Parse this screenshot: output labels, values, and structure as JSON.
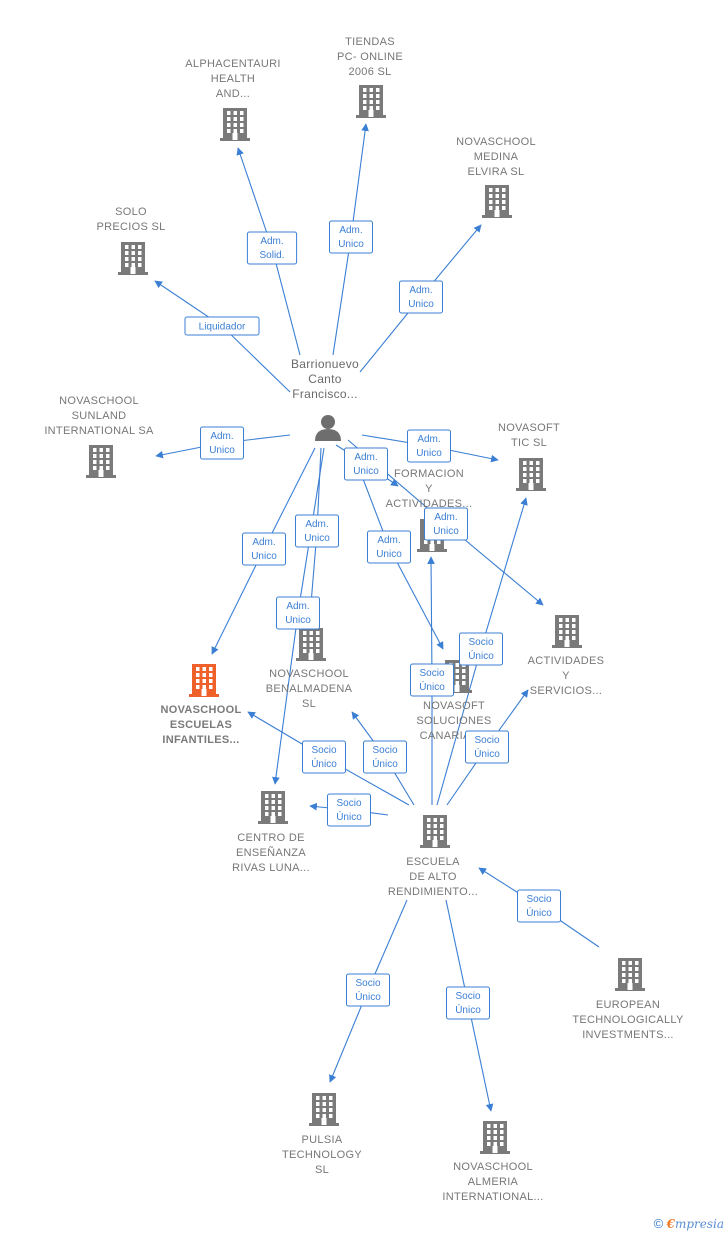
{
  "colors": {
    "edge": "#3b7fd4",
    "building": "#7a7a7a",
    "focus_building": "#f0602a",
    "person": "#6e6e6e",
    "label": "#777777"
  },
  "nodes": [
    {
      "id": "person",
      "kind": "person",
      "lines": [
        "Barrionuevo",
        "Canto",
        "Francisco..."
      ]
    },
    {
      "id": "alphacentauri",
      "kind": "company",
      "lines": [
        "ALPHACENTAURI",
        "HEALTH",
        "AND..."
      ]
    },
    {
      "id": "tiendas",
      "kind": "company",
      "lines": [
        "TIENDAS",
        "PC- ONLINE",
        "2006 SL"
      ]
    },
    {
      "id": "medina",
      "kind": "company",
      "lines": [
        "NOVASCHOOL",
        "MEDINA",
        "ELVIRA  SL"
      ]
    },
    {
      "id": "solo",
      "kind": "company",
      "lines": [
        "SOLO",
        "PRECIOS SL"
      ]
    },
    {
      "id": "sunland",
      "kind": "company",
      "lines": [
        "NOVASCHOOL",
        "SUNLAND",
        "INTERNATIONAL SA"
      ]
    },
    {
      "id": "novasoft_tic",
      "kind": "company",
      "lines": [
        "NOVASOFT",
        "TIC  SL"
      ]
    },
    {
      "id": "formacion",
      "kind": "company",
      "lines": [
        "FORMACION",
        "Y",
        "ACTIVIDADES..."
      ]
    },
    {
      "id": "actividades",
      "kind": "company",
      "lines": [
        "ACTIVIDADES",
        "Y",
        "SERVICIOS..."
      ]
    },
    {
      "id": "benalmadena",
      "kind": "company",
      "lines": [
        "NOVASCHOOL",
        "BENALMADENA",
        "SL"
      ]
    },
    {
      "id": "escuelas",
      "kind": "company",
      "focus": true,
      "lines": [
        "NOVASCHOOL",
        "ESCUELAS",
        "INFANTILES..."
      ]
    },
    {
      "id": "novasoft_canarias",
      "kind": "company",
      "lines": [
        "NOVASOFT",
        "SOLUCIONES",
        "CANARIAS..."
      ]
    },
    {
      "id": "centro",
      "kind": "company",
      "lines": [
        "CENTRO DE",
        "ENSEÑANZA",
        "RIVAS LUNA..."
      ]
    },
    {
      "id": "escuela_alto",
      "kind": "company",
      "lines": [
        "ESCUELA",
        "DE ALTO",
        "RENDIMIENTO..."
      ]
    },
    {
      "id": "european",
      "kind": "company",
      "lines": [
        "EUROPEAN",
        "TECHNOLOGICALLY",
        "INVESTMENTS..."
      ]
    },
    {
      "id": "pulsia",
      "kind": "company",
      "lines": [
        "PULSIA",
        "TECHNOLOGY",
        "SL"
      ]
    },
    {
      "id": "almeria",
      "kind": "company",
      "lines": [
        "NOVASCHOOL",
        "ALMERIA",
        "INTERNATIONAL..."
      ]
    }
  ],
  "edges": [
    {
      "from": "person",
      "to": "alphacentauri",
      "role": [
        "Adm.",
        "Solid."
      ]
    },
    {
      "from": "person",
      "to": "tiendas",
      "role": [
        "Adm.",
        "Unico"
      ]
    },
    {
      "from": "person",
      "to": "medina",
      "role": [
        "Adm.",
        "Unico"
      ]
    },
    {
      "from": "person",
      "to": "solo",
      "role": [
        "Liquidador"
      ]
    },
    {
      "from": "person",
      "to": "sunland",
      "role": [
        "Adm.",
        "Unico"
      ]
    },
    {
      "from": "person",
      "to": "novasoft_tic",
      "role": [
        "Adm.",
        "Unico"
      ]
    },
    {
      "from": "person",
      "to": "formacion",
      "role": [
        "Adm.",
        "Unico"
      ]
    },
    {
      "from": "person",
      "to": "actividades",
      "role": [
        "Adm.",
        "Unico"
      ]
    },
    {
      "from": "person",
      "to": "escuelas",
      "role": [
        "Adm.",
        "Unico"
      ]
    },
    {
      "from": "person",
      "to": "benalmadena",
      "role": [
        "Adm.",
        "Unico"
      ]
    },
    {
      "from": "person",
      "to": "centro",
      "role": [
        "Adm.",
        "Unico"
      ]
    },
    {
      "from": "person",
      "to": "novasoft_canarias",
      "role": [
        "Adm.",
        "Unico"
      ]
    },
    {
      "from": "escuela_alto",
      "to": "formacion",
      "role": [
        "Socio",
        "Único"
      ]
    },
    {
      "from": "escuela_alto",
      "to": "novasoft_tic",
      "role": [
        "Socio",
        "Único"
      ]
    },
    {
      "from": "escuela_alto",
      "to": "actividades",
      "role": [
        "Socio",
        "Único"
      ]
    },
    {
      "from": "escuela_alto",
      "to": "escuelas",
      "role": [
        "Socio",
        "Único"
      ]
    },
    {
      "from": "escuela_alto",
      "to": "benalmadena",
      "role": [
        "Socio",
        "Único"
      ]
    },
    {
      "from": "escuela_alto",
      "to": "centro",
      "role": [
        "Socio",
        "Único"
      ]
    },
    {
      "from": "european",
      "to": "escuela_alto",
      "role": [
        "Socio",
        "Único"
      ]
    },
    {
      "from": "escuela_alto",
      "to": "pulsia",
      "role": [
        "Socio",
        "Único"
      ]
    },
    {
      "from": "escuela_alto",
      "to": "almeria",
      "role": [
        "Socio",
        "Único"
      ]
    }
  ],
  "footer": {
    "copyright_symbol": "©",
    "brand_initial": "€",
    "brand_rest": "mpresia"
  }
}
